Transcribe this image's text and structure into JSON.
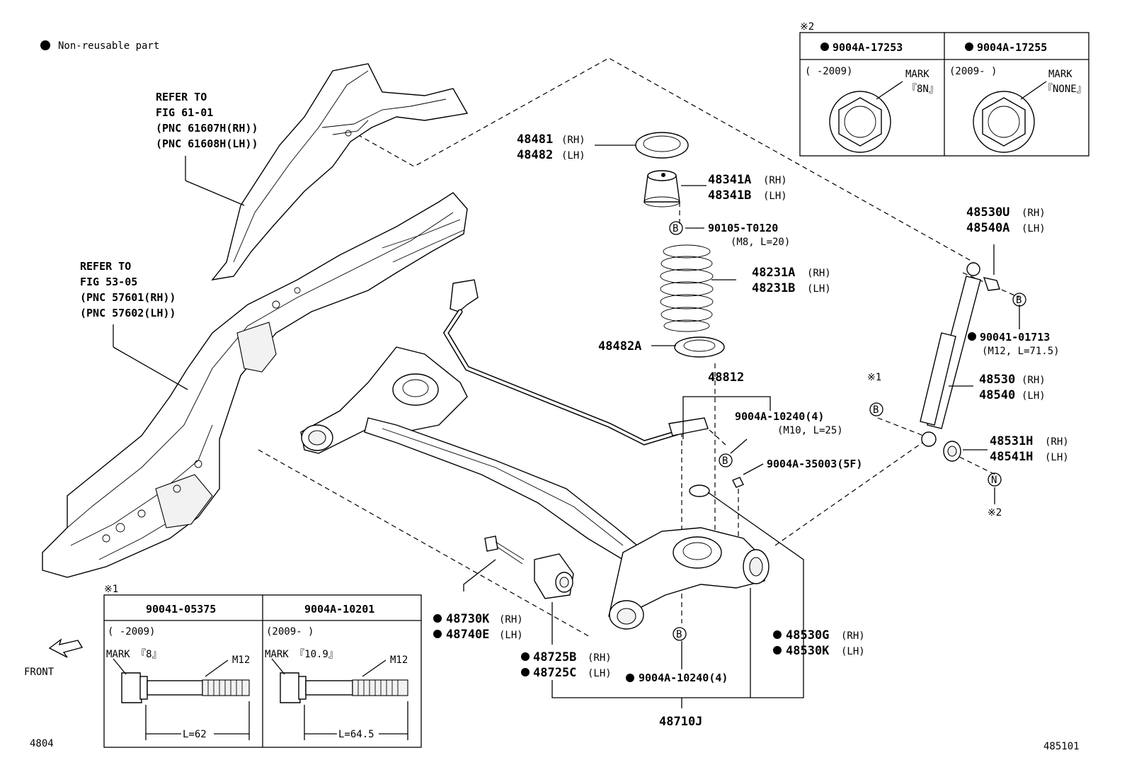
{
  "legend": {
    "bullet": "●",
    "text": "Non-reusable part"
  },
  "refs": {
    "fig61": {
      "l1": "REFER TO",
      "l2": "FIG 61-01",
      "l3": "(PNC 61607H(RH))",
      "l4": "(PNC 61608H(LH))"
    },
    "fig53": {
      "l1": "REFER TO",
      "l2": "FIG 53-05",
      "l3": "(PNC 57601(RH))",
      "l4": "(PNC 57602(LH))"
    }
  },
  "parts": {
    "p48481": {
      "a": "48481",
      "a_side": "(RH)",
      "b": "48482",
      "b_side": "(LH)"
    },
    "p48341": {
      "a": "48341A",
      "a_side": "(RH)",
      "b": "48341B",
      "b_side": "(LH)"
    },
    "p90105": {
      "code": "90105-T0120",
      "spec": "(M8, L=20)"
    },
    "p48231": {
      "a": "48231A",
      "a_side": "(RH)",
      "b": "48231B",
      "b_side": "(LH)"
    },
    "p48482A": {
      "code": "48482A"
    },
    "p48812": {
      "code": "48812"
    },
    "p9004A10240": {
      "code": "9004A-10240(4)",
      "spec": "(M10, L=25)"
    },
    "p9004A35003": {
      "code": "9004A-35003(5F)"
    },
    "p48530U": {
      "a": "48530U",
      "a_side": "(RH)",
      "b": "48540A",
      "b_side": "(LH)"
    },
    "p90041_01713": {
      "code": "90041-01713",
      "spec": "(M12, L=71.5)"
    },
    "p48530": {
      "a": "48530",
      "a_side": "(RH)",
      "b": "48540",
      "b_side": "(LH)"
    },
    "p48531H": {
      "a": "48531H",
      "a_side": "(RH)",
      "b": "48541H",
      "b_side": "(LH)"
    },
    "p48730K": {
      "a": "48730K",
      "a_side": "(RH)",
      "b": "48740E",
      "b_side": "(LH)"
    },
    "p48725B": {
      "a": "48725B",
      "a_side": "(RH)",
      "b": "48725C",
      "b_side": "(LH)"
    },
    "p9004A10240b": {
      "code": "9004A-10240(4)"
    },
    "p48530G": {
      "a": "48530G",
      "a_side": "(RH)",
      "b": "48530K",
      "b_side": "(LH)"
    },
    "p48710J": {
      "code": "48710J"
    }
  },
  "callouts": {
    "b": "B",
    "n": "N",
    "note1": "※1",
    "note2": "※2"
  },
  "table2": {
    "note": "※2",
    "left": {
      "code": "9004A-17253",
      "range": "(      -2009)",
      "mark_label": "MARK",
      "mark": "『8N』"
    },
    "right": {
      "code": "9004A-17255",
      "range": "(2009-      )",
      "mark_label": "MARK",
      "mark": "『NONE』"
    }
  },
  "table1": {
    "note": "※1",
    "left": {
      "code": "90041-05375",
      "range": "(      -2009)",
      "mark": "MARK 『8』",
      "thread": "M12",
      "length": "L=62"
    },
    "right": {
      "code": "9004A-10201",
      "range": "(2009-      )",
      "mark": "MARK 『10.9』",
      "thread": "M12",
      "length": "L=64.5"
    }
  },
  "front": {
    "label": "FRONT"
  },
  "corner": {
    "left": "4804",
    "right": "485101"
  }
}
